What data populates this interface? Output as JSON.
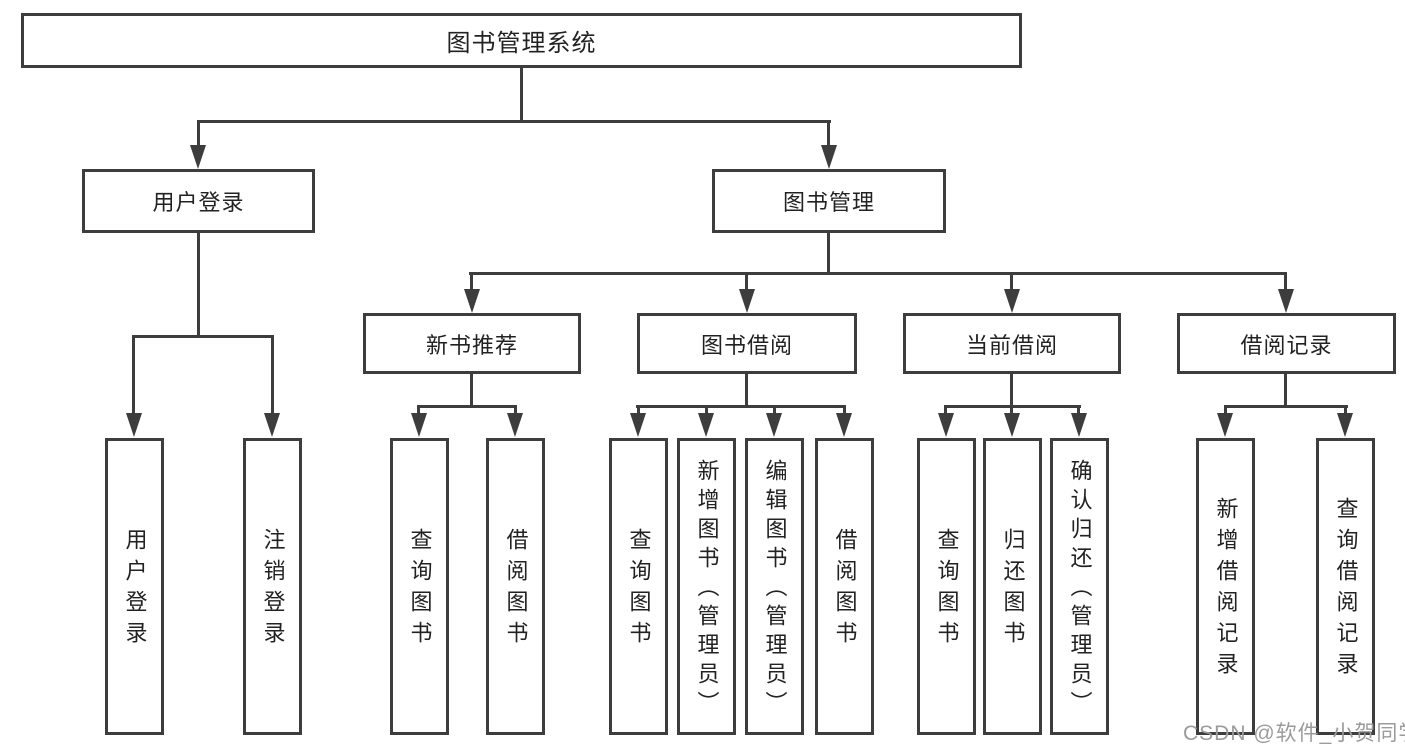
{
  "diagram": {
    "root_label": "图书管理系统",
    "level2": [
      "用户登录",
      "图书管理"
    ],
    "level3": [
      "新书推荐",
      "图书借阅",
      "当前借阅",
      "借阅记录"
    ],
    "leaves": {
      "user_login": [
        "用户登录",
        "注销登录"
      ],
      "new_book_recommend": [
        "查询图书",
        "借阅图书"
      ],
      "book_borrow": [
        "查询图书",
        "新增图书（管理员）",
        "编辑图书（管理员）",
        "借阅图书"
      ],
      "current_borrow": [
        "查询图书",
        "归还图书",
        "确认归还（管理员）"
      ],
      "borrow_record": [
        "新增借阅记录",
        "查询借阅记录"
      ]
    },
    "watermark": "CSDN @软件_小贺同学",
    "colors": {
      "line": "#3d3d3d",
      "text": "#222222",
      "watermark": "#9b9b9b",
      "background": "#ffffff"
    }
  }
}
